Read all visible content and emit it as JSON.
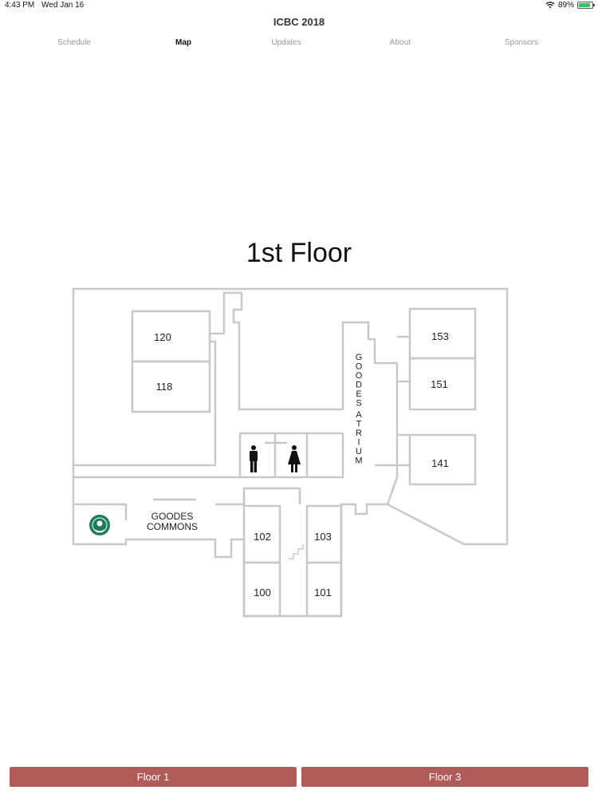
{
  "status_bar": {
    "time": "4:43 PM",
    "date": "Wed Jan 16",
    "battery_percent": "89%",
    "battery_level": 0.89,
    "wifi_icon": "wifi-icon",
    "battery_icon": "battery-icon"
  },
  "app": {
    "title": "ICBC 2018"
  },
  "tabs": [
    {
      "label": "Schedule",
      "active": false
    },
    {
      "label": "Map",
      "active": true
    },
    {
      "label": "Updates",
      "active": false
    },
    {
      "label": "About",
      "active": false
    },
    {
      "label": "Sponsors",
      "active": false
    }
  ],
  "map": {
    "floor_title": "1st Floor",
    "rooms": [
      "120",
      "118",
      "153",
      "151",
      "141",
      "102",
      "103",
      "100",
      "101"
    ],
    "atrium_label": "GOODES ATRIUM",
    "commons_label_line1": "GOODES",
    "commons_label_line2": "COMMONS",
    "icons": [
      "mens-restroom-icon",
      "womens-restroom-icon",
      "starbucks-logo",
      "stairs-icon"
    ],
    "wall_color": "#c8c8c8",
    "starbucks_color": "#1e7b5a"
  },
  "buttons": {
    "floor1_label": "Floor 1",
    "floor3_label": "Floor 3",
    "color": "#b15a5a"
  }
}
